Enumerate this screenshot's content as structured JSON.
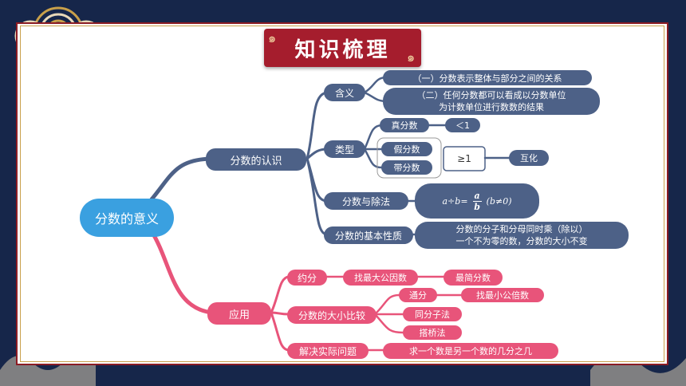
{
  "title": "知识梳理",
  "root": "分数的意义",
  "recognition": {
    "label": "分数的认识",
    "meaning": {
      "label": "含义",
      "item1": "（一）分数表示整体与部分之间的关系",
      "item2_line1": "（二）任何分数都可以看成以分数单位",
      "item2_line2": "为计数单位进行数数的结果"
    },
    "types": {
      "label": "类型",
      "proper": "真分数",
      "proper_rel": "＜1",
      "improper": "假分数",
      "mixed": "带分数",
      "improper_rel": "≥1",
      "convert": "互化"
    },
    "division": {
      "label": "分数与除法",
      "a": "a",
      "div": "÷",
      "b": "b",
      "eq": "=",
      "num": "a",
      "den": "b",
      "cond": "(b≠0)"
    },
    "property": {
      "label": "分数的基本性质",
      "line1": "分数的分子和分母同时乘（除以）",
      "line2": "一个不为零的数，分数的大小不变"
    }
  },
  "application": {
    "label": "应用",
    "reduce": {
      "label": "约分",
      "step1": "找最大公因数",
      "step2": "最简分数"
    },
    "compare": {
      "label": "分数的大小比较",
      "common_den": "通分",
      "lcm": "找最小公倍数",
      "same_num": "同分子法",
      "bridge": "搭桥法"
    },
    "solve": {
      "label": "解决实际问题",
      "item": "求一个数是另一个数的几分之几"
    }
  },
  "colors": {
    "blue_node": "#4d6187",
    "pink_node": "#e8547a",
    "root_node": "#3aa0e0",
    "title_bg": "#a51d2d",
    "background": "#16264a"
  }
}
